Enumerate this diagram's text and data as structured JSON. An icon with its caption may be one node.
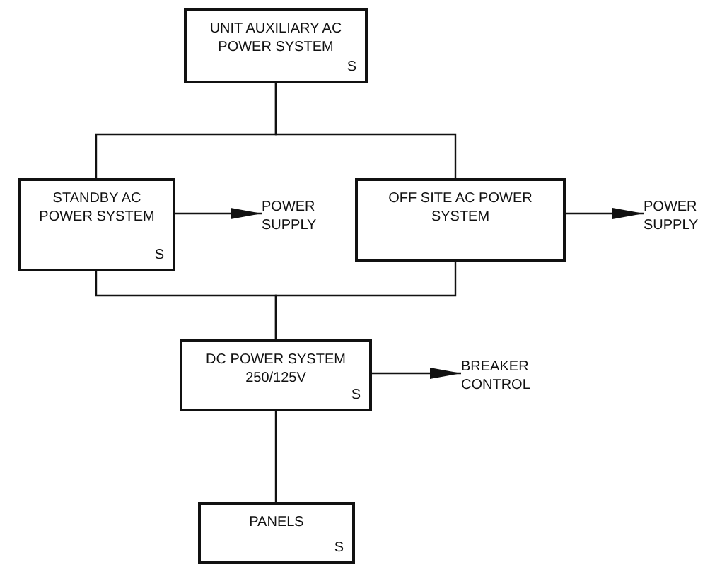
{
  "diagram": {
    "nodes": [
      {
        "text": [
          "UNIT AUXILIARY AC POWER SYSTEM",
          "S"
        ]
      },
      {
        "text": [
          "STANDBY AC POWER SYSTEM",
          "S"
        ]
      },
      {
        "text": [
          "POWER SUPPLY"
        ]
      },
      {
        "text": [
          "OFF SITE AC POWER SYSTEM"
        ]
      },
      {
        "text": [
          "POWER SUPPLY"
        ]
      },
      {
        "text": [
          "DC POWER SYSTEM 250/125V",
          "S"
        ]
      },
      {
        "text": [
          "BREAKER CONTROL"
        ]
      },
      {
        "text": [
          "PANELS",
          "S"
        ]
      }
    ],
    "edges": [
      {
        "from": 0,
        "to": 1,
        "arrow": "none"
      },
      {
        "from": 0,
        "to": 3,
        "arrow": "none"
      },
      {
        "from": 1,
        "to": 2,
        "arrow": "to"
      },
      {
        "from": 3,
        "to": 4,
        "arrow": "to"
      },
      {
        "from": 1,
        "to": 5,
        "arrow": "none"
      },
      {
        "from": 3,
        "to": 5,
        "arrow": "none"
      },
      {
        "from": 5,
        "to": 6,
        "arrow": "to"
      },
      {
        "from": 5,
        "to": 7,
        "arrow": "none"
      }
    ]
  }
}
